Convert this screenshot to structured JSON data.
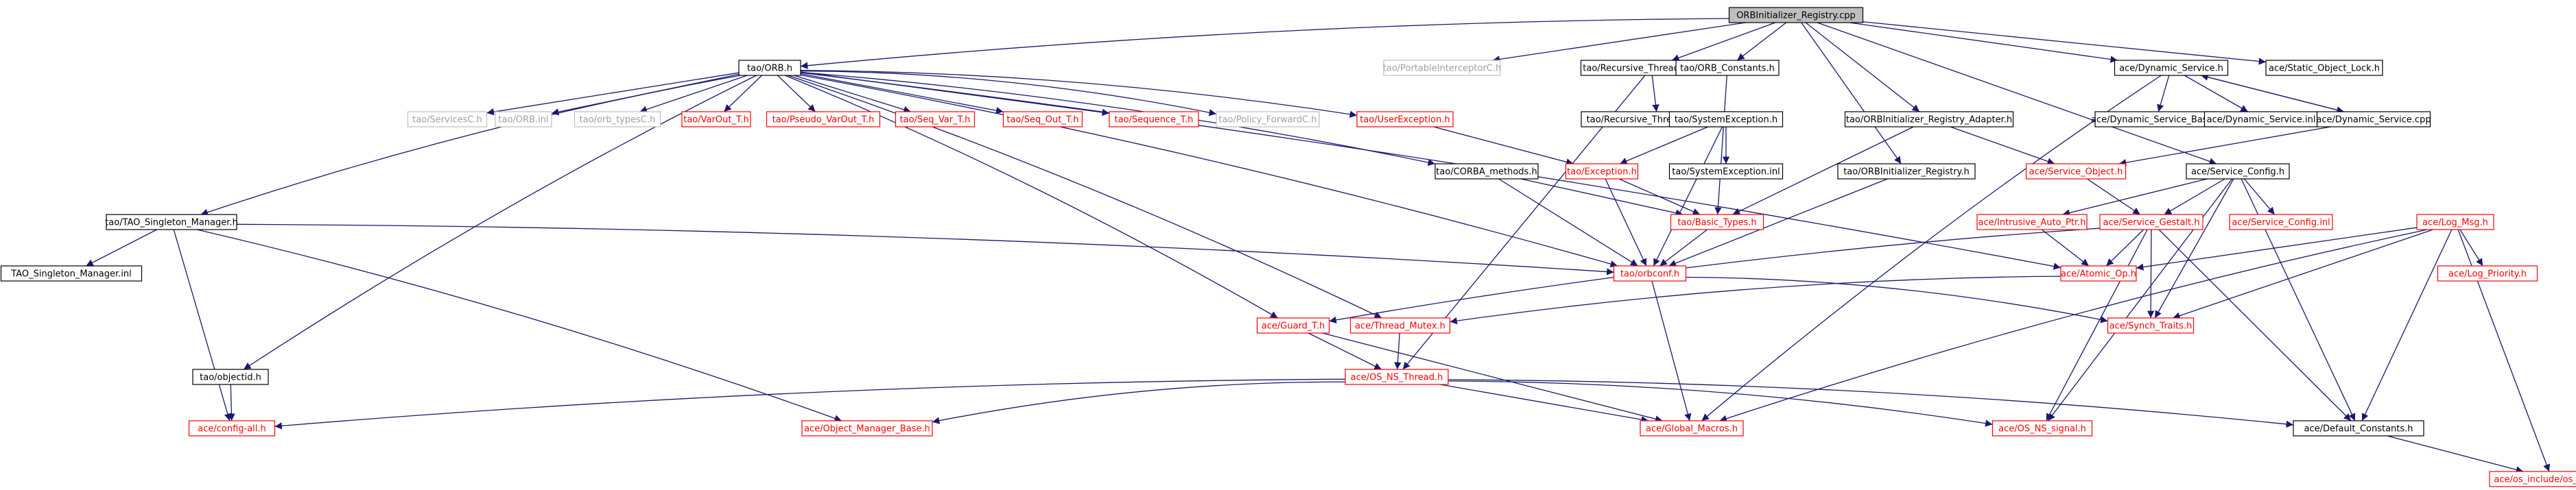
{
  "graph": {
    "edge_color": "#191970",
    "node_styles": {
      "root": {
        "fill": "#bfbfbf",
        "stroke": "#000000",
        "text": "#000000"
      },
      "normal": {
        "fill": "#ffffff",
        "stroke": "#000000",
        "text": "#000000"
      },
      "undocumented": {
        "fill": "#ffffff",
        "stroke": "#ff0000",
        "text": "#ff0000"
      },
      "external": {
        "fill": "#ffffff",
        "stroke": "#bfbfbf",
        "text": "#a0a0a0"
      }
    },
    "nodes": [
      {
        "id": "root",
        "label": "ORBInitializer_Registry.cpp",
        "style": "root"
      },
      {
        "id": "orb_h",
        "label": "tao/ORB.h",
        "style": "normal"
      },
      {
        "id": "pic",
        "label": "tao/PortableInterceptorC.h",
        "style": "external"
      },
      {
        "id": "rtm",
        "label": "tao/Recursive_Thread_Mutex.h",
        "style": "normal"
      },
      {
        "id": "orbconst",
        "label": "tao/ORB_Constants.h",
        "style": "normal"
      },
      {
        "id": "dynsvc",
        "label": "ace/Dynamic_Service.h",
        "style": "normal"
      },
      {
        "id": "sol",
        "label": "ace/Static_Object_Lock.h",
        "style": "normal"
      },
      {
        "id": "servicesc",
        "label": "tao/ServicesC.h",
        "style": "external"
      },
      {
        "id": "orbinl",
        "label": "tao/ORB.inl",
        "style": "external"
      },
      {
        "id": "orbtypes",
        "label": "tao/orb_typesC.h",
        "style": "external"
      },
      {
        "id": "varout",
        "label": "tao/VarOut_T.h",
        "style": "undocumented"
      },
      {
        "id": "pseudovar",
        "label": "tao/Pseudo_VarOut_T.h",
        "style": "undocumented"
      },
      {
        "id": "seqvar",
        "label": "tao/Seq_Var_T.h",
        "style": "undocumented"
      },
      {
        "id": "seqout",
        "label": "tao/Seq_Out_T.h",
        "style": "undocumented"
      },
      {
        "id": "seqt",
        "label": "tao/Sequence_T.h",
        "style": "undocumented"
      },
      {
        "id": "policyfwd",
        "label": "tao/Policy_ForwardC.h",
        "style": "external"
      },
      {
        "id": "userexc",
        "label": "tao/UserException.h",
        "style": "undocumented"
      },
      {
        "id": "rtminl",
        "label": "tao/Recursive_Thread_Mutex.inl",
        "style": "normal"
      },
      {
        "id": "sysexc",
        "label": "tao/SystemException.h",
        "style": "normal"
      },
      {
        "id": "orbreg_adapt",
        "label": "tao/ORBInitializer_Registry_Adapter.h",
        "style": "normal"
      },
      {
        "id": "dynsvc_base",
        "label": "ace/Dynamic_Service_Base.h",
        "style": "normal"
      },
      {
        "id": "dynsvc_inl",
        "label": "ace/Dynamic_Service.inl",
        "style": "normal"
      },
      {
        "id": "dynsvc_cpp",
        "label": "ace/Dynamic_Service.cpp",
        "style": "normal"
      },
      {
        "id": "tao_sm",
        "label": "tao/TAO_Singleton_Manager.h",
        "style": "normal"
      },
      {
        "id": "corba_m",
        "label": "tao/CORBA_methods.h",
        "style": "normal"
      },
      {
        "id": "exception",
        "label": "tao/Exception.h",
        "style": "undocumented"
      },
      {
        "id": "sysexc_inl",
        "label": "tao/SystemException.inl",
        "style": "normal"
      },
      {
        "id": "orbreg_h",
        "label": "tao/ORBInitializer_Registry.h",
        "style": "normal"
      },
      {
        "id": "svcobj",
        "label": "ace/Service_Object.h",
        "style": "undocumented"
      },
      {
        "id": "svccfg",
        "label": "ace/Service_Config.h",
        "style": "normal"
      },
      {
        "id": "tao_sm_inl",
        "label": "TAO_Singleton_Manager.inl",
        "style": "normal"
      },
      {
        "id": "basictypes",
        "label": "tao/Basic_Types.h",
        "style": "undocumented"
      },
      {
        "id": "intrusive",
        "label": "ace/Intrusive_Auto_Ptr.h",
        "style": "undocumented"
      },
      {
        "id": "svcgestalt",
        "label": "ace/Service_Gestalt.h",
        "style": "undocumented"
      },
      {
        "id": "svccfg_inl",
        "label": "ace/Service_Config.inl",
        "style": "undocumented"
      },
      {
        "id": "logmsg",
        "label": "ace/Log_Msg.h",
        "style": "undocumented"
      },
      {
        "id": "orbconf",
        "label": "tao/orbconf.h",
        "style": "undocumented"
      },
      {
        "id": "atomic",
        "label": "ace/Atomic_Op.h",
        "style": "undocumented"
      },
      {
        "id": "logprio",
        "label": "ace/Log_Priority.h",
        "style": "undocumented"
      },
      {
        "id": "guard",
        "label": "ace/Guard_T.h",
        "style": "undocumented"
      },
      {
        "id": "threadmutex",
        "label": "ace/Thread_Mutex.h",
        "style": "undocumented"
      },
      {
        "id": "synch",
        "label": "ace/Synch_Traits.h",
        "style": "undocumented"
      },
      {
        "id": "objectid",
        "label": "tao/objectid.h",
        "style": "normal"
      },
      {
        "id": "osns",
        "label": "ace/OS_NS_Thread.h",
        "style": "undocumented"
      },
      {
        "id": "configall",
        "label": "ace/config-all.h",
        "style": "undocumented"
      },
      {
        "id": "objmgr",
        "label": "ace/Object_Manager_Base.h",
        "style": "undocumented"
      },
      {
        "id": "globalmacros",
        "label": "ace/Global_Macros.h",
        "style": "undocumented"
      },
      {
        "id": "osnssignal",
        "label": "ace/OS_NS_signal.h",
        "style": "undocumented"
      },
      {
        "id": "defconst",
        "label": "ace/Default_Constants.h",
        "style": "normal"
      },
      {
        "id": "oslimits",
        "label": "ace/os_include/os_limits.h",
        "style": "undocumented"
      }
    ]
  }
}
